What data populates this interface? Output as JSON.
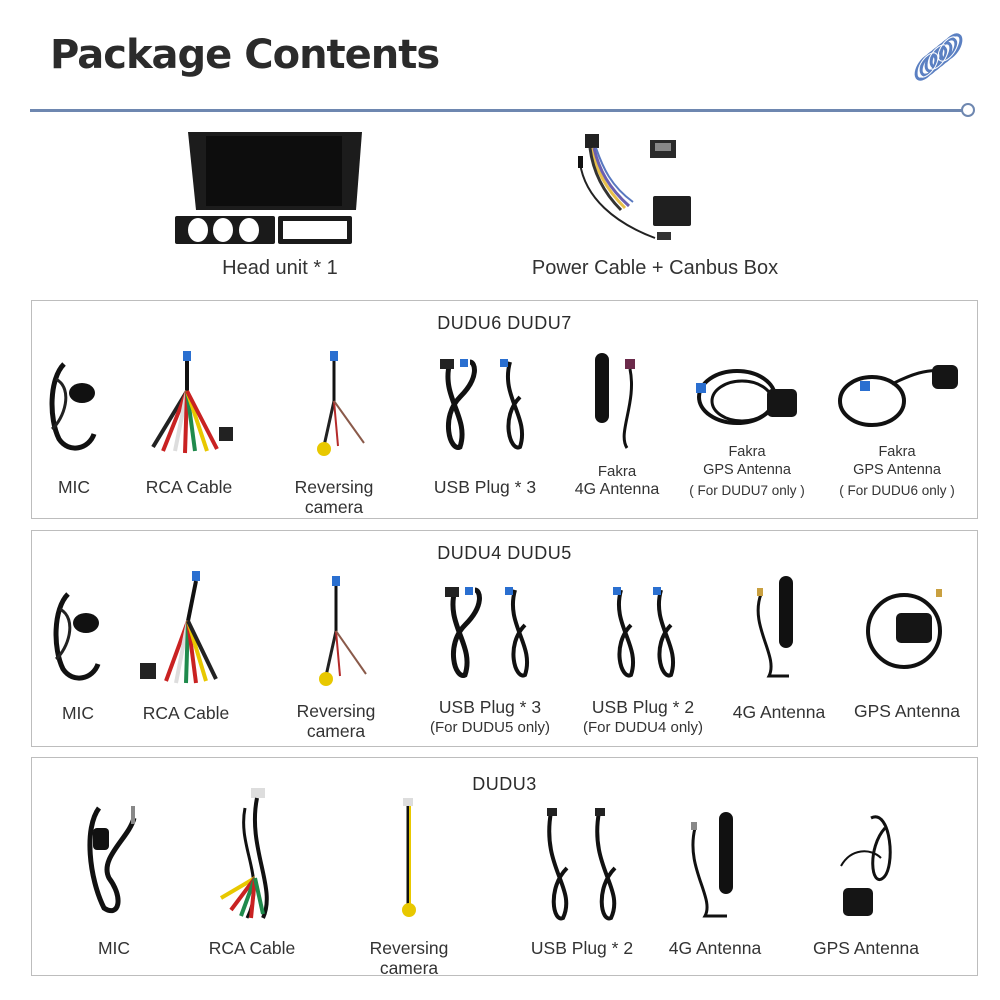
{
  "header": {
    "title": "Package Contents",
    "accent_color": "#6e87b0",
    "icon": "spring-coil-icon"
  },
  "top_items": [
    {
      "label": "Head unit * 1",
      "image": "head-unit-with-trim-panels"
    },
    {
      "label": "Power Cable + Canbus Box",
      "image": "power-harness-and-canbus-box"
    }
  ],
  "panels": [
    {
      "title": "DUDU6  DUDU7",
      "items": [
        {
          "label": "MIC",
          "image": "microphone"
        },
        {
          "label": "RCA Cable",
          "image": "rca-cable"
        },
        {
          "label": "Reversing camera",
          "image": "reversing-camera-cable"
        },
        {
          "label": "USB Plug * 3",
          "image": "usb-cables"
        },
        {
          "label_line1": "Fakra",
          "label_line2": "4G Antenna",
          "image": "4g-antenna-fakra"
        },
        {
          "label_line1": "Fakra",
          "label_line2": "GPS Antenna",
          "note": "( For DUDU7 only )",
          "image": "gps-antenna-fakra"
        },
        {
          "label_line1": "Fakra",
          "label_line2": "GPS Antenna",
          "note": "( For DUDU6 only )",
          "image": "gps-antenna-fakra"
        }
      ]
    },
    {
      "title": "DUDU4  DUDU5",
      "items": [
        {
          "label": "MIC",
          "image": "microphone"
        },
        {
          "label": "RCA Cable",
          "image": "rca-cable"
        },
        {
          "label": "Reversing camera",
          "image": "reversing-camera-cable"
        },
        {
          "label": "USB Plug * 3",
          "note": "(For DUDU5 only)",
          "image": "usb-cables"
        },
        {
          "label": "USB Plug * 2",
          "note": "(For DUDU4 only)",
          "image": "usb-cables"
        },
        {
          "label": "4G Antenna",
          "image": "4g-antenna"
        },
        {
          "label": "GPS Antenna",
          "image": "gps-antenna"
        }
      ]
    },
    {
      "title": "DUDU3",
      "items": [
        {
          "label": "MIC",
          "image": "microphone"
        },
        {
          "label": "RCA Cable",
          "image": "rca-cable"
        },
        {
          "label": "Reversing camera",
          "image": "reversing-camera-cable"
        },
        {
          "label": "USB Plug * 2",
          "image": "usb-cables"
        },
        {
          "label": "4G Antenna",
          "image": "4g-antenna"
        },
        {
          "label": "GPS Antenna",
          "image": "gps-antenna"
        }
      ]
    }
  ]
}
